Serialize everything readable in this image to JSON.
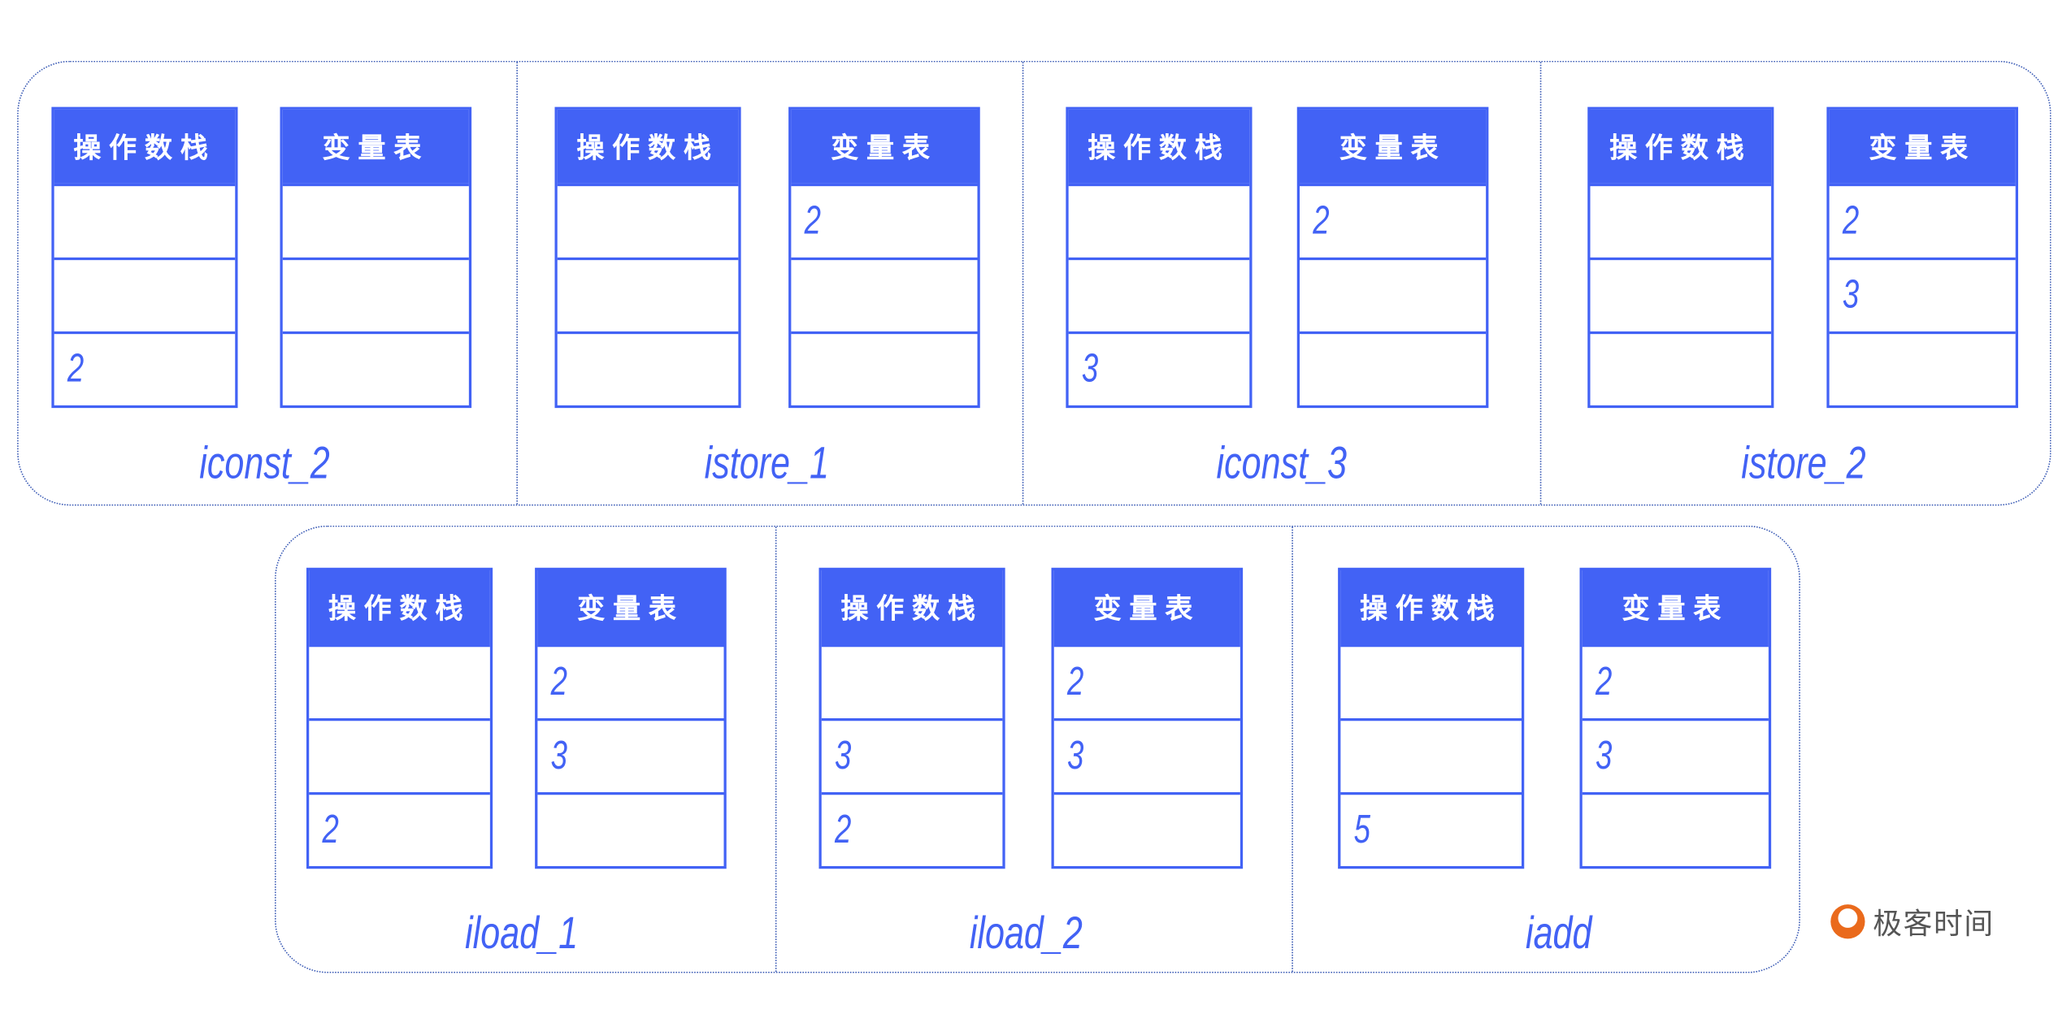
{
  "headers": {
    "operand_stack": "操作数栈",
    "locals": "变量表"
  },
  "brand": "极客时间",
  "colors": {
    "accent": "#4262f5",
    "border_dots": "#3b5bb5",
    "logo": "#ea6a1c"
  },
  "panels": [
    {
      "steps": [
        {
          "label": "iconst_2",
          "operand_stack": [
            "",
            "",
            "2"
          ],
          "locals": [
            "",
            "",
            ""
          ]
        },
        {
          "label": "istore_1",
          "operand_stack": [
            "",
            "",
            ""
          ],
          "locals": [
            "2",
            "",
            ""
          ]
        },
        {
          "label": "iconst_3",
          "operand_stack": [
            "",
            "",
            "3"
          ],
          "locals": [
            "2",
            "",
            ""
          ]
        },
        {
          "label": "istore_2",
          "operand_stack": [
            "",
            "",
            ""
          ],
          "locals": [
            "2",
            "3",
            ""
          ]
        }
      ]
    },
    {
      "steps": [
        {
          "label": "iload_1",
          "operand_stack": [
            "",
            "",
            "2"
          ],
          "locals": [
            "2",
            "3",
            ""
          ]
        },
        {
          "label": "iload_2",
          "operand_stack": [
            "",
            "3",
            "2"
          ],
          "locals": [
            "2",
            "3",
            ""
          ]
        },
        {
          "label": "iadd",
          "operand_stack": [
            "",
            "",
            "5"
          ],
          "locals": [
            "2",
            "3",
            ""
          ]
        }
      ]
    }
  ]
}
